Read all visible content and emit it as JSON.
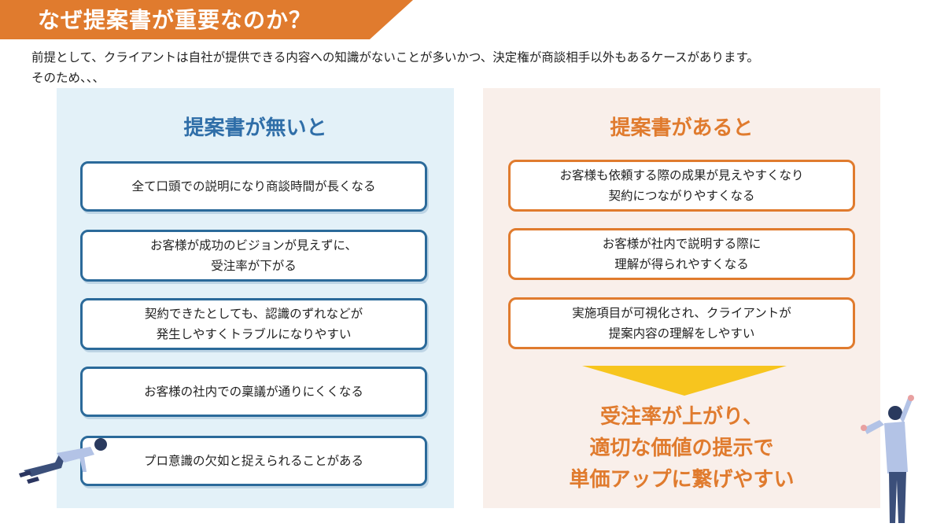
{
  "header": {
    "title": "なぜ提案書が重要なのか？"
  },
  "intro": {
    "line1": "前提として、クライアントは自社が提供できる内容への知識がないことが多いかつ、決定権が商談相手以外もあるケースがあります。",
    "line2": "そのため、、、"
  },
  "left": {
    "title": "提案書が無いと",
    "items": [
      [
        "全て口頭での説明になり商談時間が長くなる"
      ],
      [
        "お客様が成功のビジョンが見えずに、",
        "受注率が下がる"
      ],
      [
        "契約できたとしても、認識のずれなどが",
        "発生しやすくトラブルになりやすい"
      ],
      [
        "お客様の社内での稟議が通りにくくなる"
      ],
      [
        "プロ意識の欠如と捉えられることがある"
      ]
    ]
  },
  "right": {
    "title": "提案書があると",
    "items": [
      [
        "お客様も依頼する際の成果が見えやすくなり",
        "契約につながりやすくなる"
      ],
      [
        "お客様が社内で説明する際に",
        "理解が得られやすくなる"
      ],
      [
        "実施項目が可視化され、クライアントが",
        "提案内容の理解をしやすい"
      ]
    ],
    "result": [
      "受注率が上がり、",
      "適切な価値の提示で",
      "単価アップに繋げやすい"
    ]
  },
  "colors": {
    "orange": "#e07b2e",
    "blue": "#2f6ea8",
    "yellow": "#f7c51e"
  }
}
